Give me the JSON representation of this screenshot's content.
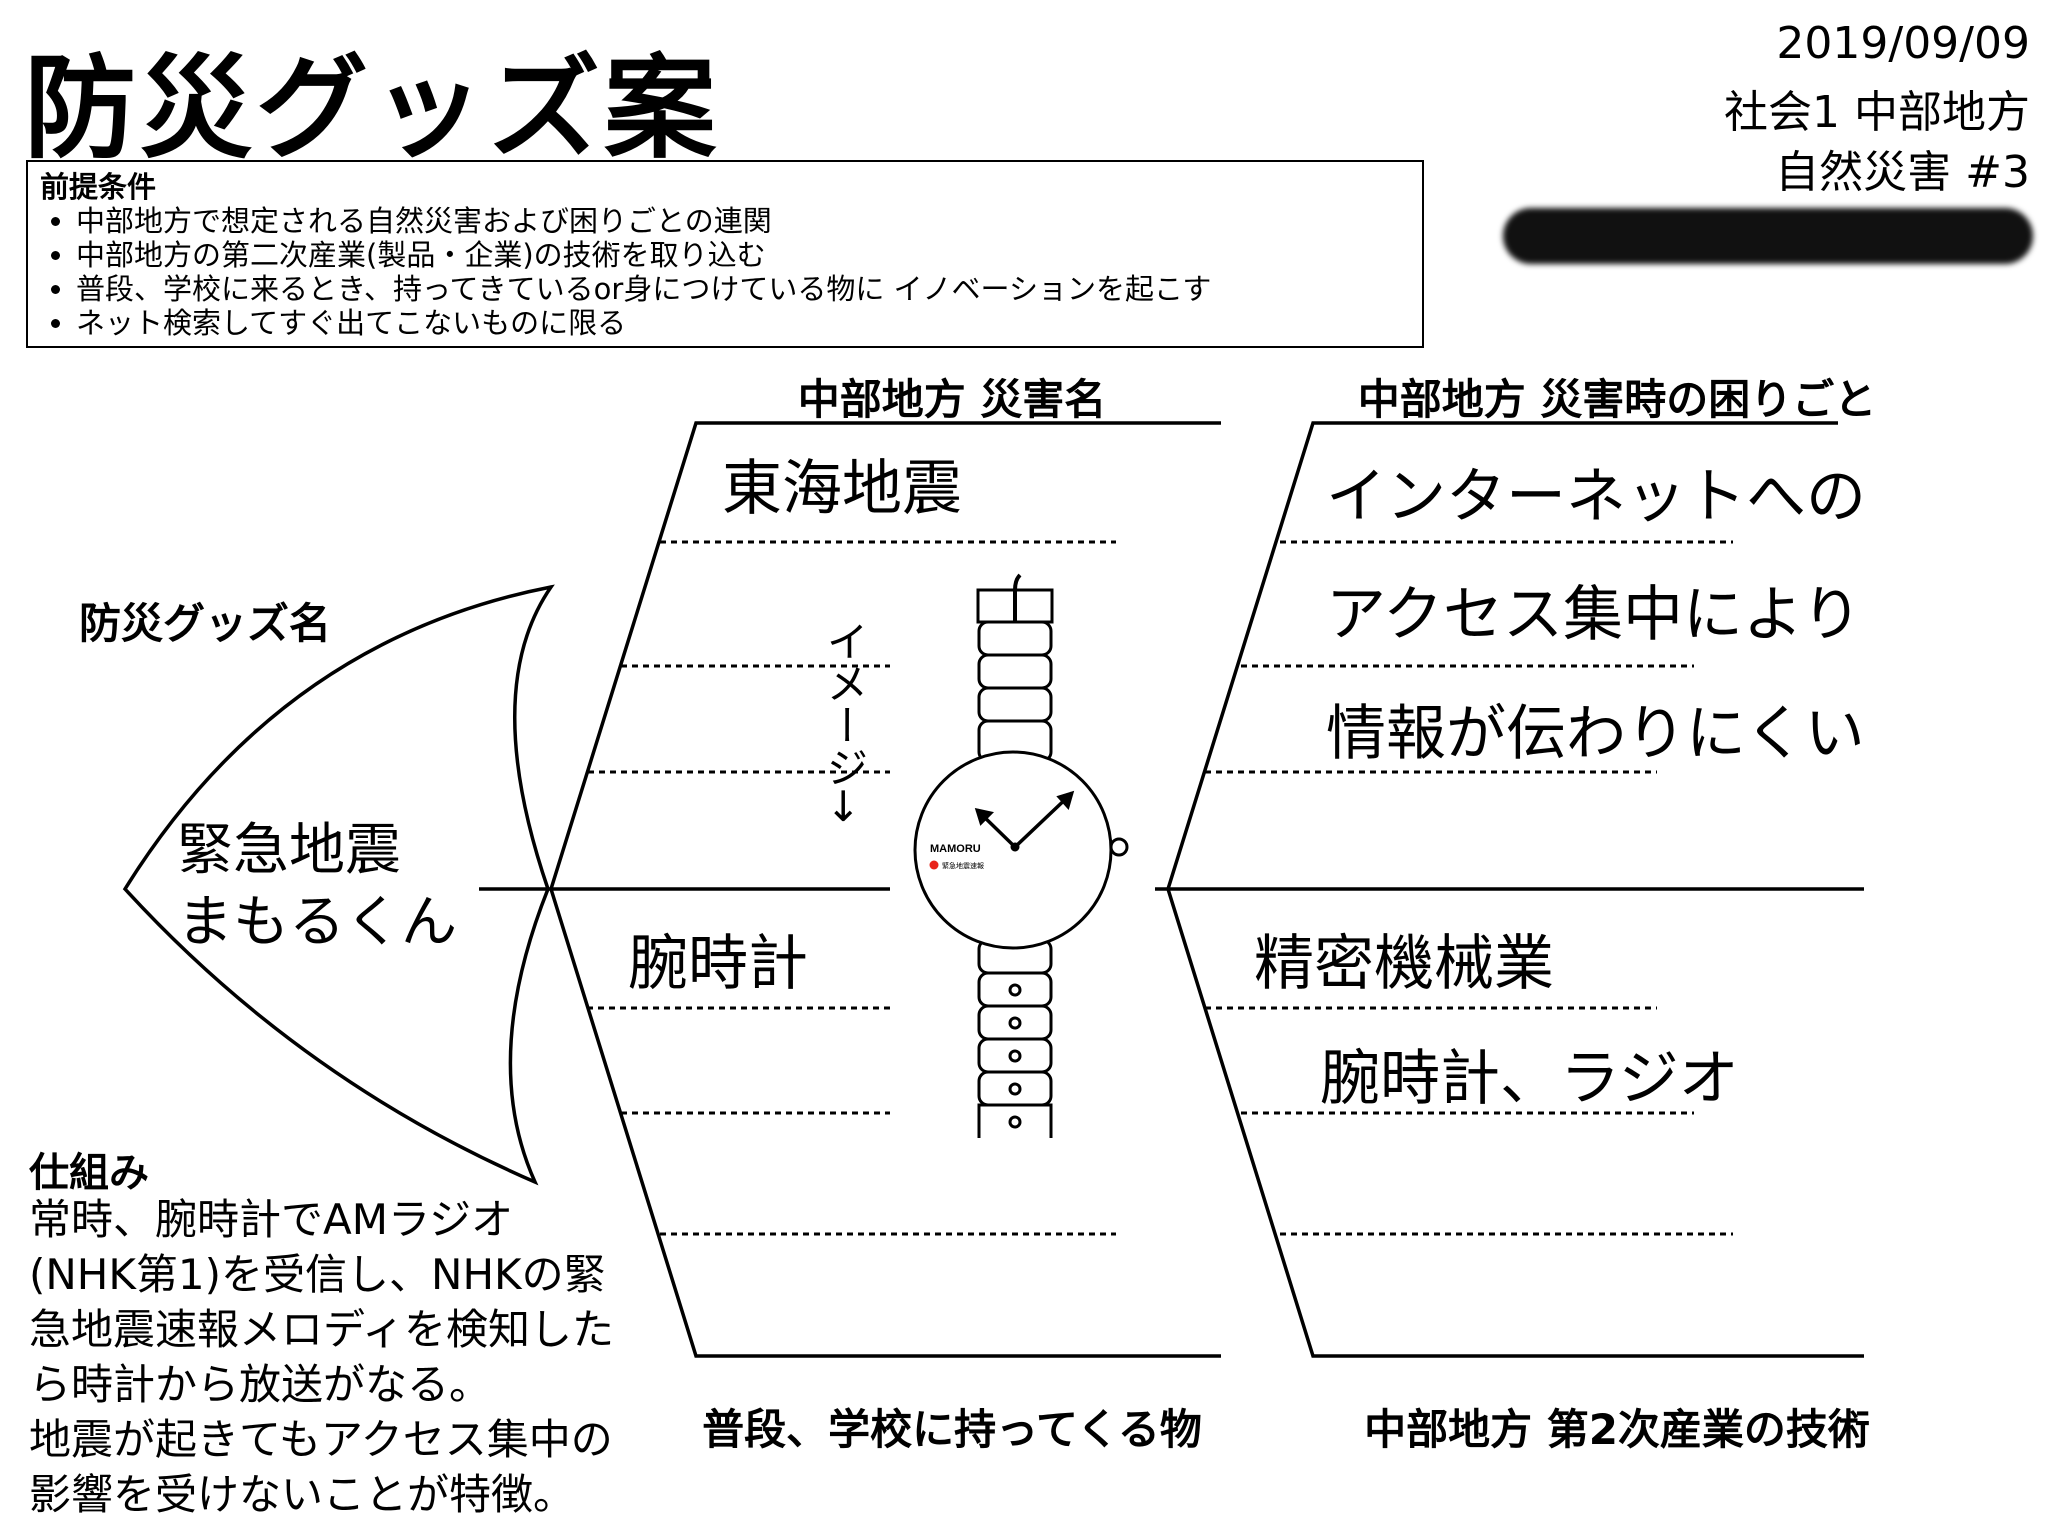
{
  "title": "防災グッズ案",
  "meta": {
    "date": "2019/09/09",
    "class": "社会1 中部地方",
    "topic": "自然災害 #3"
  },
  "premise": {
    "heading": "前提条件",
    "items": [
      "中部地方で想定される自然災害および困りごとの連関",
      "中部地方の第二次産業(製品・企業)の技術を取り込む",
      "普段、学校に来るとき、持ってきているor身につけている物に イノベーションを起こす",
      "ネット検索してすぐ出てこないものに限る"
    ]
  },
  "diagram": {
    "goods_label": "防災グッズ名",
    "goods_name": [
      "緊急地震",
      "まもるくん"
    ],
    "headers": {
      "top_left": "中部地方 災害名",
      "top_right": "中部地方 災害時の困りごと",
      "bottom_left": "普段、学校に持ってくる物",
      "bottom_right": "中部地方 第2次産業の技術"
    },
    "disaster": "東海地震",
    "problem": [
      "インターネットへの",
      "アクセス集中により",
      "情報が伝わりにくい"
    ],
    "item": "腕時計",
    "industry": [
      "精密機械業",
      "腕時計、ラジオ"
    ],
    "image_label": "イメージ→",
    "watch": {
      "brand": "MAMORU",
      "sub": "緊急地震速報",
      "dot_color": "#e8231a"
    }
  },
  "mechanism": {
    "heading": "仕組み",
    "lines": [
      "常時、腕時計でAMラジオ",
      "(NHK第1)を受信し、NHKの緊",
      "急地震速報メロディを検知した",
      "ら時計から放送がなる。",
      "地震が起きてもアクセス集中の",
      "影響を受けないことが特徴。"
    ]
  }
}
